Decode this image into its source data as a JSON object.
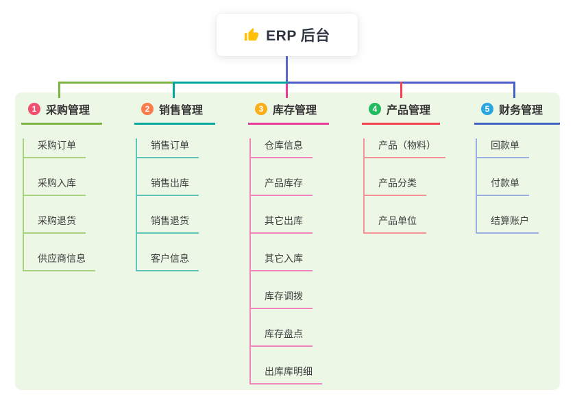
{
  "root": {
    "label": "ERP 后台",
    "icon": "thumbs-up-icon",
    "icon_color": "#FFC107"
  },
  "colors": {
    "panel_bg": "#ECF7E6",
    "root_stem": "#5A68C9",
    "connector_right": "#4C5AC8",
    "title_text": "#333333",
    "child_text": "#3F3F3F"
  },
  "branches": [
    {
      "badge": "1",
      "label": "采购管理",
      "badge_color": "#F0506E",
      "line_color": "#7CB342",
      "child_line_color": "#AAD27E",
      "children": [
        "采购订单",
        "采购入库",
        "采购退货",
        "供应商信息"
      ]
    },
    {
      "badge": "2",
      "label": "销售管理",
      "badge_color": "#F97C4D",
      "line_color": "#00A89B",
      "child_line_color": "#5FC5BA",
      "children": [
        "销售订单",
        "销售出库",
        "销售退货",
        "客户信息"
      ]
    },
    {
      "badge": "3",
      "label": "库存管理",
      "badge_color": "#FBAD1B",
      "line_color": "#E83A96",
      "child_line_color": "#F184BC",
      "children": [
        "仓库信息",
        "产品库存",
        "其它出库",
        "其它入库",
        "库存调拨",
        "库存盘点",
        "出库库明细"
      ]
    },
    {
      "badge": "4",
      "label": "产品管理",
      "badge_color": "#22BB5F",
      "line_color": "#F5414F",
      "child_line_color": "#F5939A",
      "children": [
        "产品（物料）",
        "产品分类",
        "产品单位"
      ]
    },
    {
      "badge": "5",
      "label": "财务管理",
      "badge_color": "#2BA6E0",
      "line_color": "#4161C7",
      "child_line_color": "#9BB0E0",
      "children": [
        "回款单",
        "付款单",
        "结算账户"
      ]
    }
  ]
}
